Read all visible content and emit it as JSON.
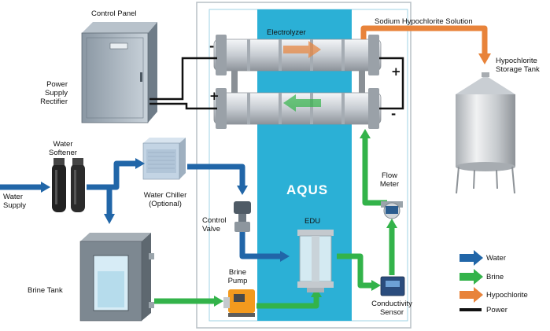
{
  "colors": {
    "water": "#2166a8",
    "brine": "#33b34a",
    "hypochlorite": "#e8833a",
    "power": "#111111",
    "panel": "#2bb0d6"
  },
  "labels": {
    "control_panel": "Control Panel",
    "power_supply": "Power Supply\nRectifier",
    "water_softener": "Water\nSoftener",
    "water_supply": "Water\nSupply",
    "water_chiller": "Water Chiller\n(Optional)",
    "brine_tank": "Brine Tank",
    "electrolyzer": "Electrolyzer",
    "sodium_hypochlorite": "Sodium Hypochlorite Solution",
    "storage_tank": "Hypochlorite\nStorage Tank",
    "brand": "AQUS",
    "edu": "EDU",
    "control_valve": "Control\nValve",
    "flow_meter": "Flow\nMeter",
    "brine_pump": "Brine\nPump",
    "conductivity_sensor": "Conductivity\nSensor",
    "minus": "-",
    "plus": "+"
  },
  "legend": [
    {
      "label": "Water",
      "color": "#2166a8",
      "kind": "arrow"
    },
    {
      "label": "Brine",
      "color": "#33b34a",
      "kind": "arrow"
    },
    {
      "label": "Hypochlorite",
      "color": "#e8833a",
      "kind": "arrow"
    },
    {
      "label": "Power",
      "color": "#111111",
      "kind": "line"
    }
  ]
}
